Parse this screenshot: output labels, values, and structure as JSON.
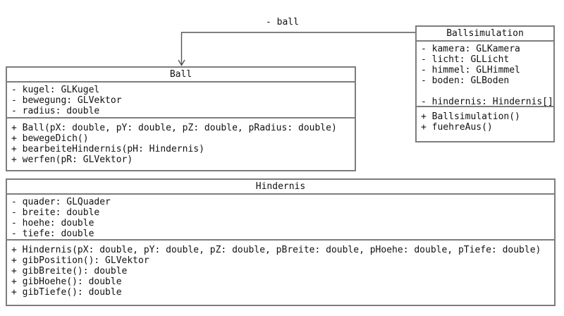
{
  "diagram": {
    "type": "uml-class-diagram",
    "background_color": "#ffffff",
    "border_color": "#7d7d7d",
    "text_color": "#121212",
    "connector_color": "#555555",
    "classes": [
      {
        "id": "ball",
        "title": "Ball",
        "attributes": [
          "- kugel: GLKugel",
          "- bewegung: GLVektor",
          "- radius: double"
        ],
        "methods": [
          "+ Ball(pX: double, pY: double, pZ: double, pRadius: double)",
          "+ bewegeDich()",
          "+ bearbeiteHindernis(pH: Hindernis)",
          "+ werfen(pR: GLVektor)"
        ]
      },
      {
        "id": "ballsimulation",
        "title": "Ballsimulation",
        "attributes": [
          "- kamera: GLKamera",
          "- licht: GLLicht",
          "- himmel: GLHimmel",
          "- boden: GLBoden",
          "",
          "- hindernis: Hindernis[]"
        ],
        "methods": [
          "+ Ballsimulation()",
          "+ fuehreAus()"
        ]
      },
      {
        "id": "hindernis",
        "title": "Hindernis",
        "attributes": [
          "- quader: GLQuader",
          "- breite: double",
          "- hoehe: double",
          "- tiefe: double"
        ],
        "methods": [
          "+ Hindernis(pX: double, pY: double, pZ: double, pBreite: double, pHoehe: double, pTiefe: double)",
          "+ gibPosition(): GLVektor",
          "+ gibBreite(): double",
          "+ gibHoehe(): double",
          "+ gibTiefe(): double"
        ]
      }
    ],
    "association": {
      "label": "- ball",
      "from": "Ballsimulation",
      "to": "Ball"
    }
  }
}
